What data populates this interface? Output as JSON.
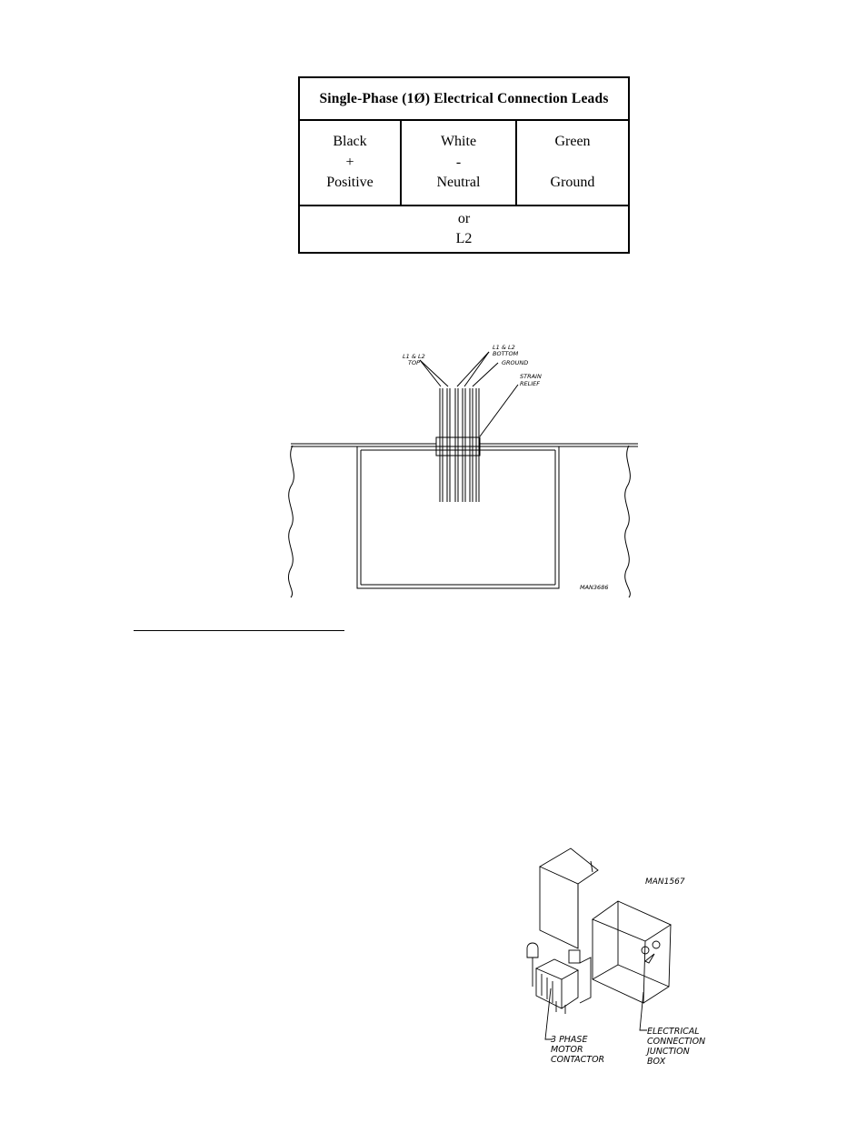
{
  "lead_table": {
    "title": "Single-Phase (1Ø) Electrical Connection Leads",
    "columns": [
      {
        "color": "Black",
        "symbol": "+",
        "role": "Positive"
      },
      {
        "color": "White",
        "symbol": "-",
        "role": "Neutral"
      },
      {
        "color": "Green",
        "symbol": "",
        "role": "Ground"
      }
    ],
    "footer": {
      "line1": "or",
      "line2": "L2"
    }
  },
  "diagram_leads": {
    "label_l1_l2_top_a": "L1 & L2",
    "label_l1_l2_top_b": "TOP",
    "label_l1_l2_bottom_a": "L1 & L2",
    "label_l1_l2_bottom_b": "BOTTOM",
    "label_ground": "GROUND",
    "label_strain_a": "STRAIN",
    "label_strain_b": "RELIEF",
    "figure_id": "MAN3686"
  },
  "diagram_junction": {
    "figure_id": "MAN1567",
    "label_contactor_a": "3 PHASE",
    "label_contactor_b": "MOTOR",
    "label_contactor_c": "CONTACTOR",
    "label_box_a": "ELECTRICAL",
    "label_box_b": "CONNECTION",
    "label_box_c": "JUNCTION",
    "label_box_d": "BOX"
  }
}
